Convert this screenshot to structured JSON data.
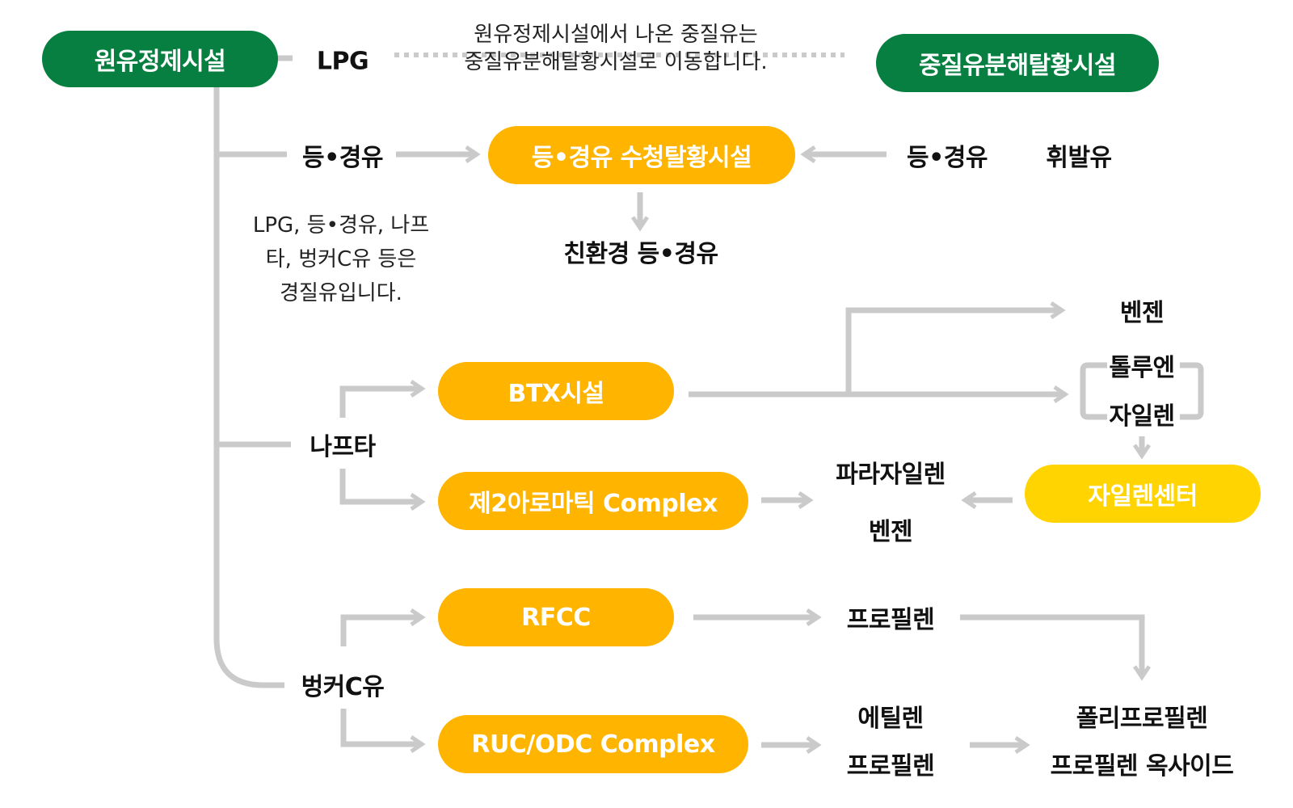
{
  "facilities": {
    "crude_refinery": "원유정제시설",
    "heavy_oil_cracking": "중질유분해탈황시설",
    "kerosene_diesel_hds": "등•경유 수청탈황시설",
    "btx": "BTX시설",
    "second_aromatic": "제2아로마틱 Complex",
    "xylene_center": "자일렌센터",
    "rfcc": "RFCC",
    "ruc_odc": "RUC/ODC Complex"
  },
  "products": {
    "lpg": "LPG",
    "kerosene_diesel_left": "등•경유",
    "kerosene_diesel_right": "등•경유",
    "gasoline": "휘발유",
    "eco_kerosene_diesel": "친환경 등•경유",
    "naphtha": "나프타",
    "bunker_c": "벙커C유",
    "benzene_top": "벤젠",
    "toluene": "톨루엔",
    "xylene": "자일렌",
    "paraxylene": "파라자일렌",
    "benzene_mid": "벤젠",
    "propylene_rfcc": "프로필렌",
    "ethylene": "에틸렌",
    "propylene_ruc": "프로필렌",
    "polypropylene": "폴리프로필렌",
    "propylene_oxide": "프로필렌 옥사이드"
  },
  "notes": {
    "heavy_oil": [
      "원유정제시설에서 나온 중질유는",
      "중질유분해탈황시설로 이동합니다."
    ],
    "light_oil": [
      "LPG, 등•경유, 나프",
      "타, 벙커C유 등은",
      "경질유입니다."
    ]
  },
  "colors": {
    "green": "#067f41",
    "orange": "#ffb400",
    "yellow": "#ffd400",
    "connector": "#cacaca"
  }
}
